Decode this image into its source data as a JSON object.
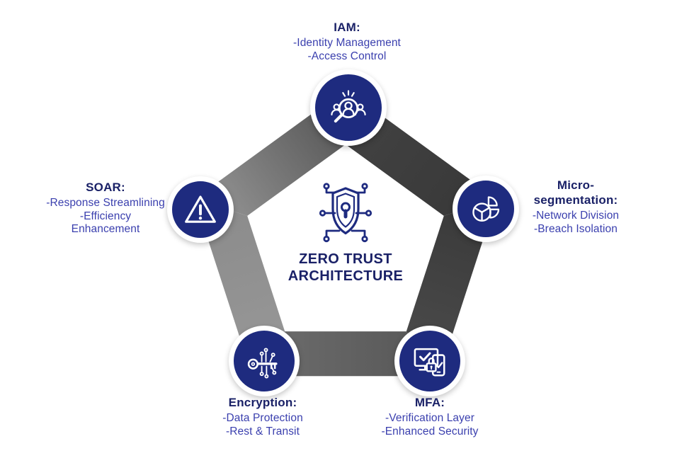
{
  "diagram": {
    "center": {
      "title_line1": "ZERO TRUST",
      "title_line2": "ARCHITECTURE",
      "icon": "shield-circuit-icon"
    },
    "nodes": [
      {
        "id": "iam",
        "title": "IAM:",
        "icon": "identity-magnifier-icon",
        "lines": [
          "-Identity Management",
          "-Access Control"
        ]
      },
      {
        "id": "micro-segmentation",
        "title": "Micro-segmentation:",
        "icon": "pie-segments-icon",
        "lines": [
          "-Network Division",
          "-Breach Isolation"
        ]
      },
      {
        "id": "mfa",
        "title": "MFA:",
        "icon": "multi-device-verification-icon",
        "lines": [
          "-Verification Layer",
          "-Enhanced Security"
        ]
      },
      {
        "id": "encryption",
        "title": "Encryption:",
        "icon": "key-circuit-icon",
        "lines": [
          "-Data Protection",
          "-Rest & Transit"
        ]
      },
      {
        "id": "soar",
        "title": "SOAR:",
        "icon": "warning-triangle-icon",
        "lines": [
          "-Response Streamlining",
          "-Efficiency",
          "Enhancement"
        ]
      }
    ],
    "colors": {
      "circle_navy": "#1e2b7f",
      "heading_text": "#1a2167",
      "item_text": "#3a3fae",
      "band_dark": "#383838",
      "band_light": "#989898",
      "background": "#ffffff"
    }
  }
}
